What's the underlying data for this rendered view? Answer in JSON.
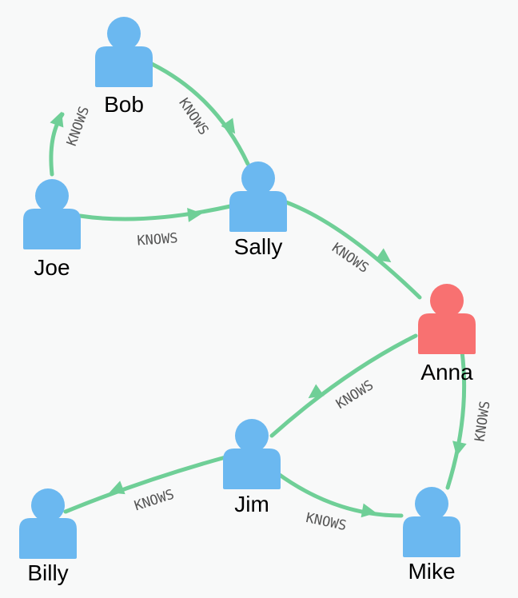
{
  "colors": {
    "person": "#6bb8f0",
    "highlight": "#f87171",
    "edge": "#6fcf97"
  },
  "icon": "person-icon",
  "nodes": [
    {
      "id": "bob",
      "label": "Bob",
      "highlight": false
    },
    {
      "id": "joe",
      "label": "Joe",
      "highlight": false
    },
    {
      "id": "sally",
      "label": "Sally",
      "highlight": false
    },
    {
      "id": "anna",
      "label": "Anna",
      "highlight": true
    },
    {
      "id": "jim",
      "label": "Jim",
      "highlight": false
    },
    {
      "id": "billy",
      "label": "Billy",
      "highlight": false
    },
    {
      "id": "mike",
      "label": "Mike",
      "highlight": false
    }
  ],
  "edges": [
    {
      "from": "joe",
      "to": "bob",
      "label": "KNOWS"
    },
    {
      "from": "bob",
      "to": "sally",
      "label": "KNOWS"
    },
    {
      "from": "joe",
      "to": "sally",
      "label": "KNOWS"
    },
    {
      "from": "sally",
      "to": "anna",
      "label": "KNOWS"
    },
    {
      "from": "anna",
      "to": "jim",
      "label": "KNOWS"
    },
    {
      "from": "anna",
      "to": "mike",
      "label": "KNOWS"
    },
    {
      "from": "jim",
      "to": "billy",
      "label": "KNOWS"
    },
    {
      "from": "jim",
      "to": "mike",
      "label": "KNOWS"
    }
  ]
}
